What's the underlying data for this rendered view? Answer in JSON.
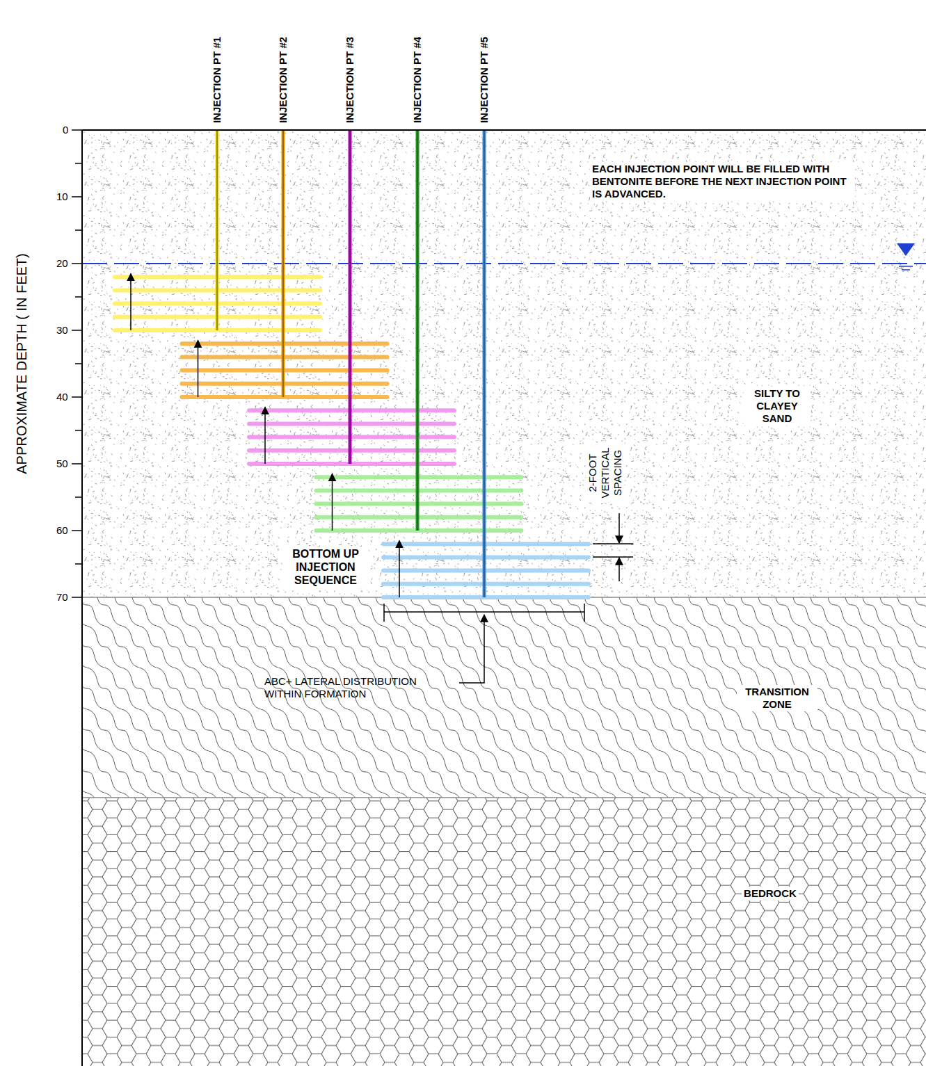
{
  "diagram": {
    "nodes": [
      {
        "text": [
          "SILTY TO CLAYEY SAND"
        ]
      },
      {
        "text": [
          "TRANSITION ZONE"
        ]
      },
      {
        "text": [
          "BEDROCK"
        ]
      }
    ],
    "labels": [
      "INJECTION PT #1",
      "INJECTION PT #2",
      "INJECTION PT #3",
      "INJECTION PT #4",
      "INJECTION PT #5",
      "EACH INJECTION POINT WILL BE FILLED WITH BENTONITE BEFORE THE NEXT INJECTION POINT IS ADVANCED.",
      "0",
      "10",
      "20",
      "30",
      "40",
      "50",
      "60",
      "70",
      "APPROXIMATE DEPTH ( IN FEET)",
      "2-FOOT VERTICAL SPACING",
      "BOTTOM UP INJECTION SEQUENCE",
      "ABC+ LATERAL DISTRIBUTION WITHIN FORMATION"
    ]
  }
}
